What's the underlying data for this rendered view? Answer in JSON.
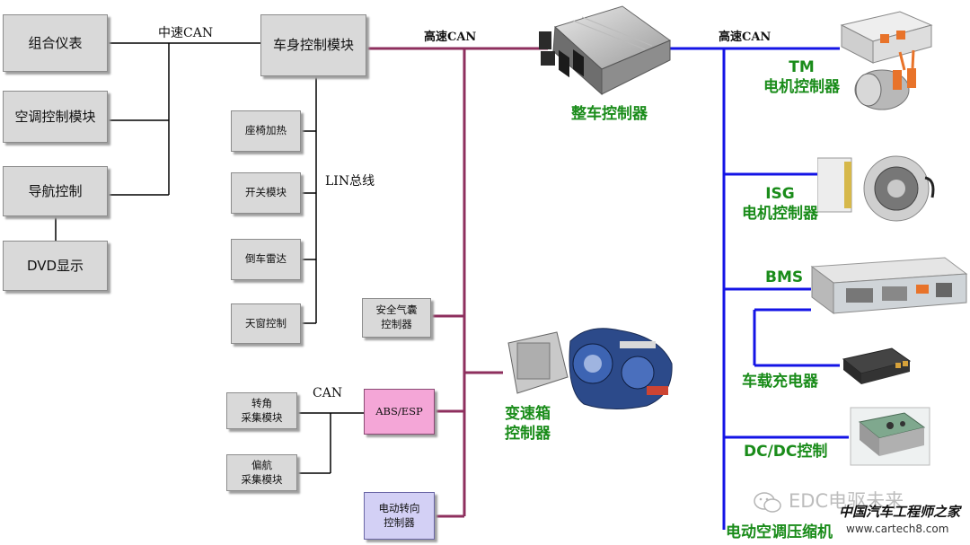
{
  "left_boxes": {
    "cluster": "组合仪表",
    "ac": "空调控制模块",
    "nav": "导航控制",
    "dvd": "DVD显示"
  },
  "body_module": "车身控制模块",
  "lin_nodes": {
    "seat": "座椅加热",
    "switch": "开关模块",
    "radar": "倒车雷达",
    "sunroof": "天窗控制"
  },
  "airbag": [
    "安全气囊",
    "控制器"
  ],
  "steer_angle": [
    "转角",
    "采集模块"
  ],
  "yaw": [
    "偏航",
    "采集模块"
  ],
  "abs": "ABS/ESP",
  "eps": [
    "电动转向",
    "控制器"
  ],
  "bus_labels": {
    "mid_can": "中速CAN",
    "high_can_left": "高速CAN",
    "high_can_right": "高速CAN",
    "lin": "LIN总线",
    "can": "CAN"
  },
  "vcu": "整车控制器",
  "gearbox": [
    "变速箱",
    "控制器"
  ],
  "right_nodes": {
    "tm": [
      "TM",
      "电机控制器"
    ],
    "isg": [
      "ISG",
      "电机控制器"
    ],
    "bms": "BMS",
    "charger": "车载充电器",
    "dcdc": "DC/DC控制",
    "compressor": "电动空调压缩机"
  },
  "watermark": {
    "wechat": "EDC电驱未来",
    "site_cn": "中国汽车工程师之家",
    "site_url": "www.cartech8.com"
  },
  "colors": {
    "black_bus": "#000000",
    "purple_bus": "#8e2f5e",
    "blue_bus": "#1414e6",
    "green_text": "#1a8c1a"
  }
}
